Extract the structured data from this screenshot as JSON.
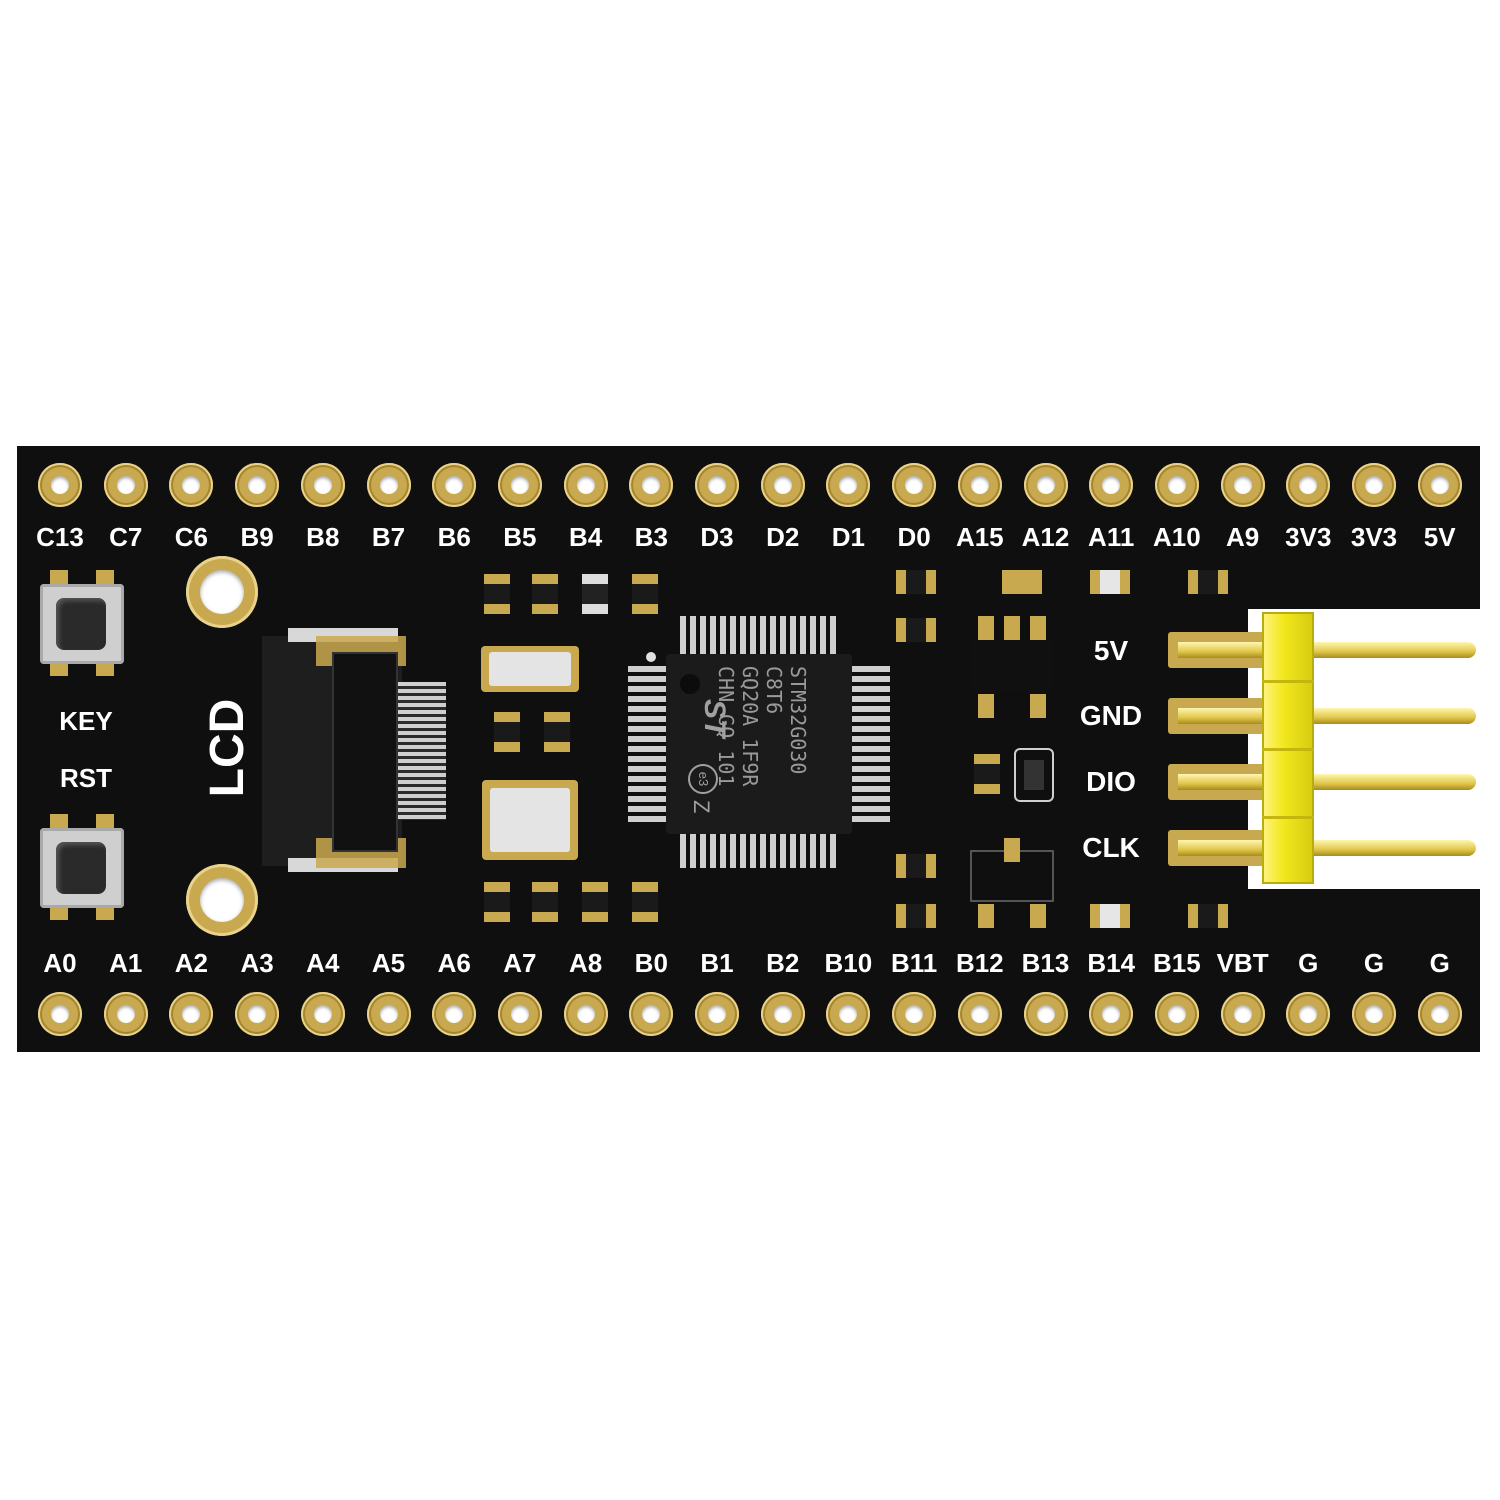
{
  "board": {
    "top_pins": [
      "C13",
      "C7",
      "C6",
      "B9",
      "B8",
      "B7",
      "B6",
      "B5",
      "B4",
      "B3",
      "D3",
      "D2",
      "D1",
      "D0",
      "A15",
      "A12",
      "A11",
      "A10",
      "A9",
      "3V3",
      "3V3",
      "5V"
    ],
    "bottom_pins": [
      "A0",
      "A1",
      "A2",
      "A3",
      "A4",
      "A5",
      "A6",
      "A7",
      "A8",
      "B0",
      "B1",
      "B2",
      "B10",
      "B11",
      "B12",
      "B13",
      "B14",
      "B15",
      "VBT",
      "G",
      "G",
      "G"
    ],
    "key_label": "KEY",
    "rst_label": "RST",
    "lcd_label": "LCD",
    "swd_labels": [
      "5V",
      "GND",
      "DIO",
      "CLK"
    ],
    "chip_text": [
      "STM32G030",
      "C8T6",
      "GQ20A 1F9R",
      "CHN GQ 101"
    ],
    "chip_logo": "ST",
    "chip_mark": "e3",
    "chip_z": "Z",
    "colors": {
      "pcb": "#0f0f0f",
      "gold": "#c9a94f",
      "header": "#f2e81c",
      "silk": "#ffffff"
    }
  }
}
